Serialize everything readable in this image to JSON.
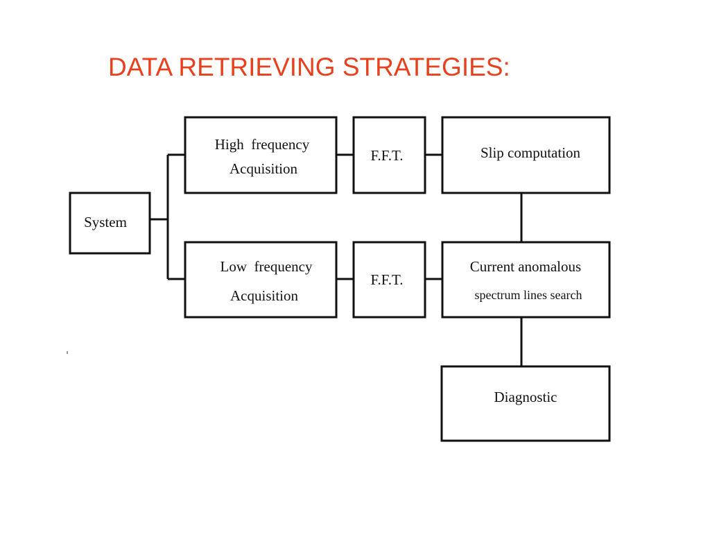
{
  "slide": {
    "title": "DATA RETRIEVING STRATEGIES:",
    "title_color": "#e8401c"
  },
  "diagram": {
    "nodes": {
      "system": {
        "label": "System"
      },
      "high_acq": {
        "lines": [
          "High  frequency",
          "Acquisition"
        ]
      },
      "fft_high": {
        "label": "F.F.T."
      },
      "slip": {
        "label": "Slip computation"
      },
      "low_acq": {
        "lines": [
          "Low  frequency",
          "Acquisition"
        ]
      },
      "fft_low": {
        "label": "F.F.T."
      },
      "current": {
        "lines": [
          "Current anomalous",
          "spectrum lines search"
        ]
      },
      "diagnostic": {
        "label": "Diagnostic"
      }
    },
    "edges": [
      {
        "from": "system",
        "to": "high_acq"
      },
      {
        "from": "system",
        "to": "low_acq"
      },
      {
        "from": "high_acq",
        "to": "fft_high"
      },
      {
        "from": "fft_high",
        "to": "slip"
      },
      {
        "from": "low_acq",
        "to": "fft_low"
      },
      {
        "from": "fft_low",
        "to": "current"
      },
      {
        "from": "slip",
        "to": "current"
      },
      {
        "from": "current",
        "to": "diagnostic"
      }
    ]
  }
}
